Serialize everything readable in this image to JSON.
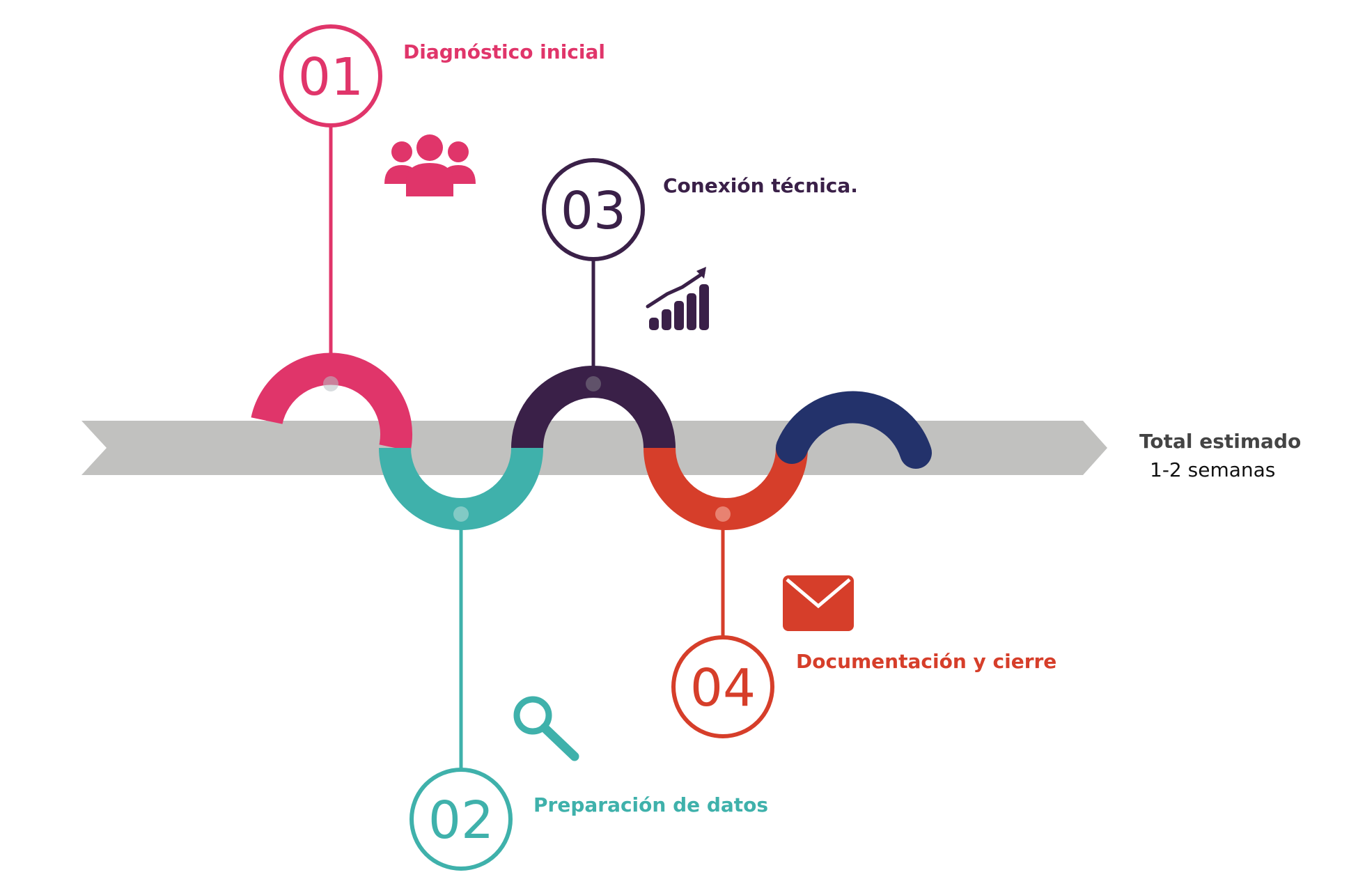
{
  "steps": [
    {
      "number": "01",
      "label": "Diagnóstico inicial",
      "color": "#e0356a",
      "icon": "people-group-icon"
    },
    {
      "number": "02",
      "label": "Preparación de datos",
      "color": "#3fb1ab",
      "icon": "magnifier-icon"
    },
    {
      "number": "03",
      "label": "Conexión técnica.",
      "color": "#3a2048",
      "icon": "growth-chart-icon"
    },
    {
      "number": "04",
      "label": "Documentación y cierre",
      "color": "#d63e2a",
      "icon": "envelope-icon"
    }
  ],
  "wave_end_color": "#23326b",
  "band_color": "#c1c1bf",
  "total": {
    "label": "Total estimado",
    "value": "1-2 semanas"
  }
}
